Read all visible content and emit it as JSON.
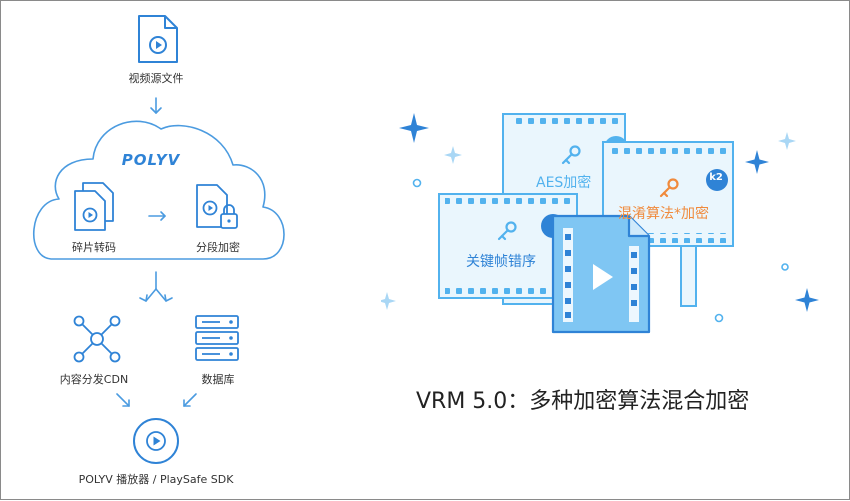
{
  "flow": {
    "source_file": "视频源文件",
    "brand": "POLYV",
    "transcode": "碎片转码",
    "segment_encrypt": "分段加密",
    "cdn": "内容分发CDN",
    "database": "数据库",
    "player": "POLYV 播放器 / PlaySafe SDK"
  },
  "encryption": {
    "aes": "AES加密",
    "obfuscation": "混淆算法*加密",
    "keyframe": "关键帧错序",
    "badge": "k2"
  },
  "headline": "VRM 5.0：多种加密算法混合加密",
  "colors": {
    "primary_blue": "#2f83d6",
    "light_blue": "#52b2ee",
    "orange": "#f08a3c",
    "film_bg": "#eaf6fd"
  }
}
